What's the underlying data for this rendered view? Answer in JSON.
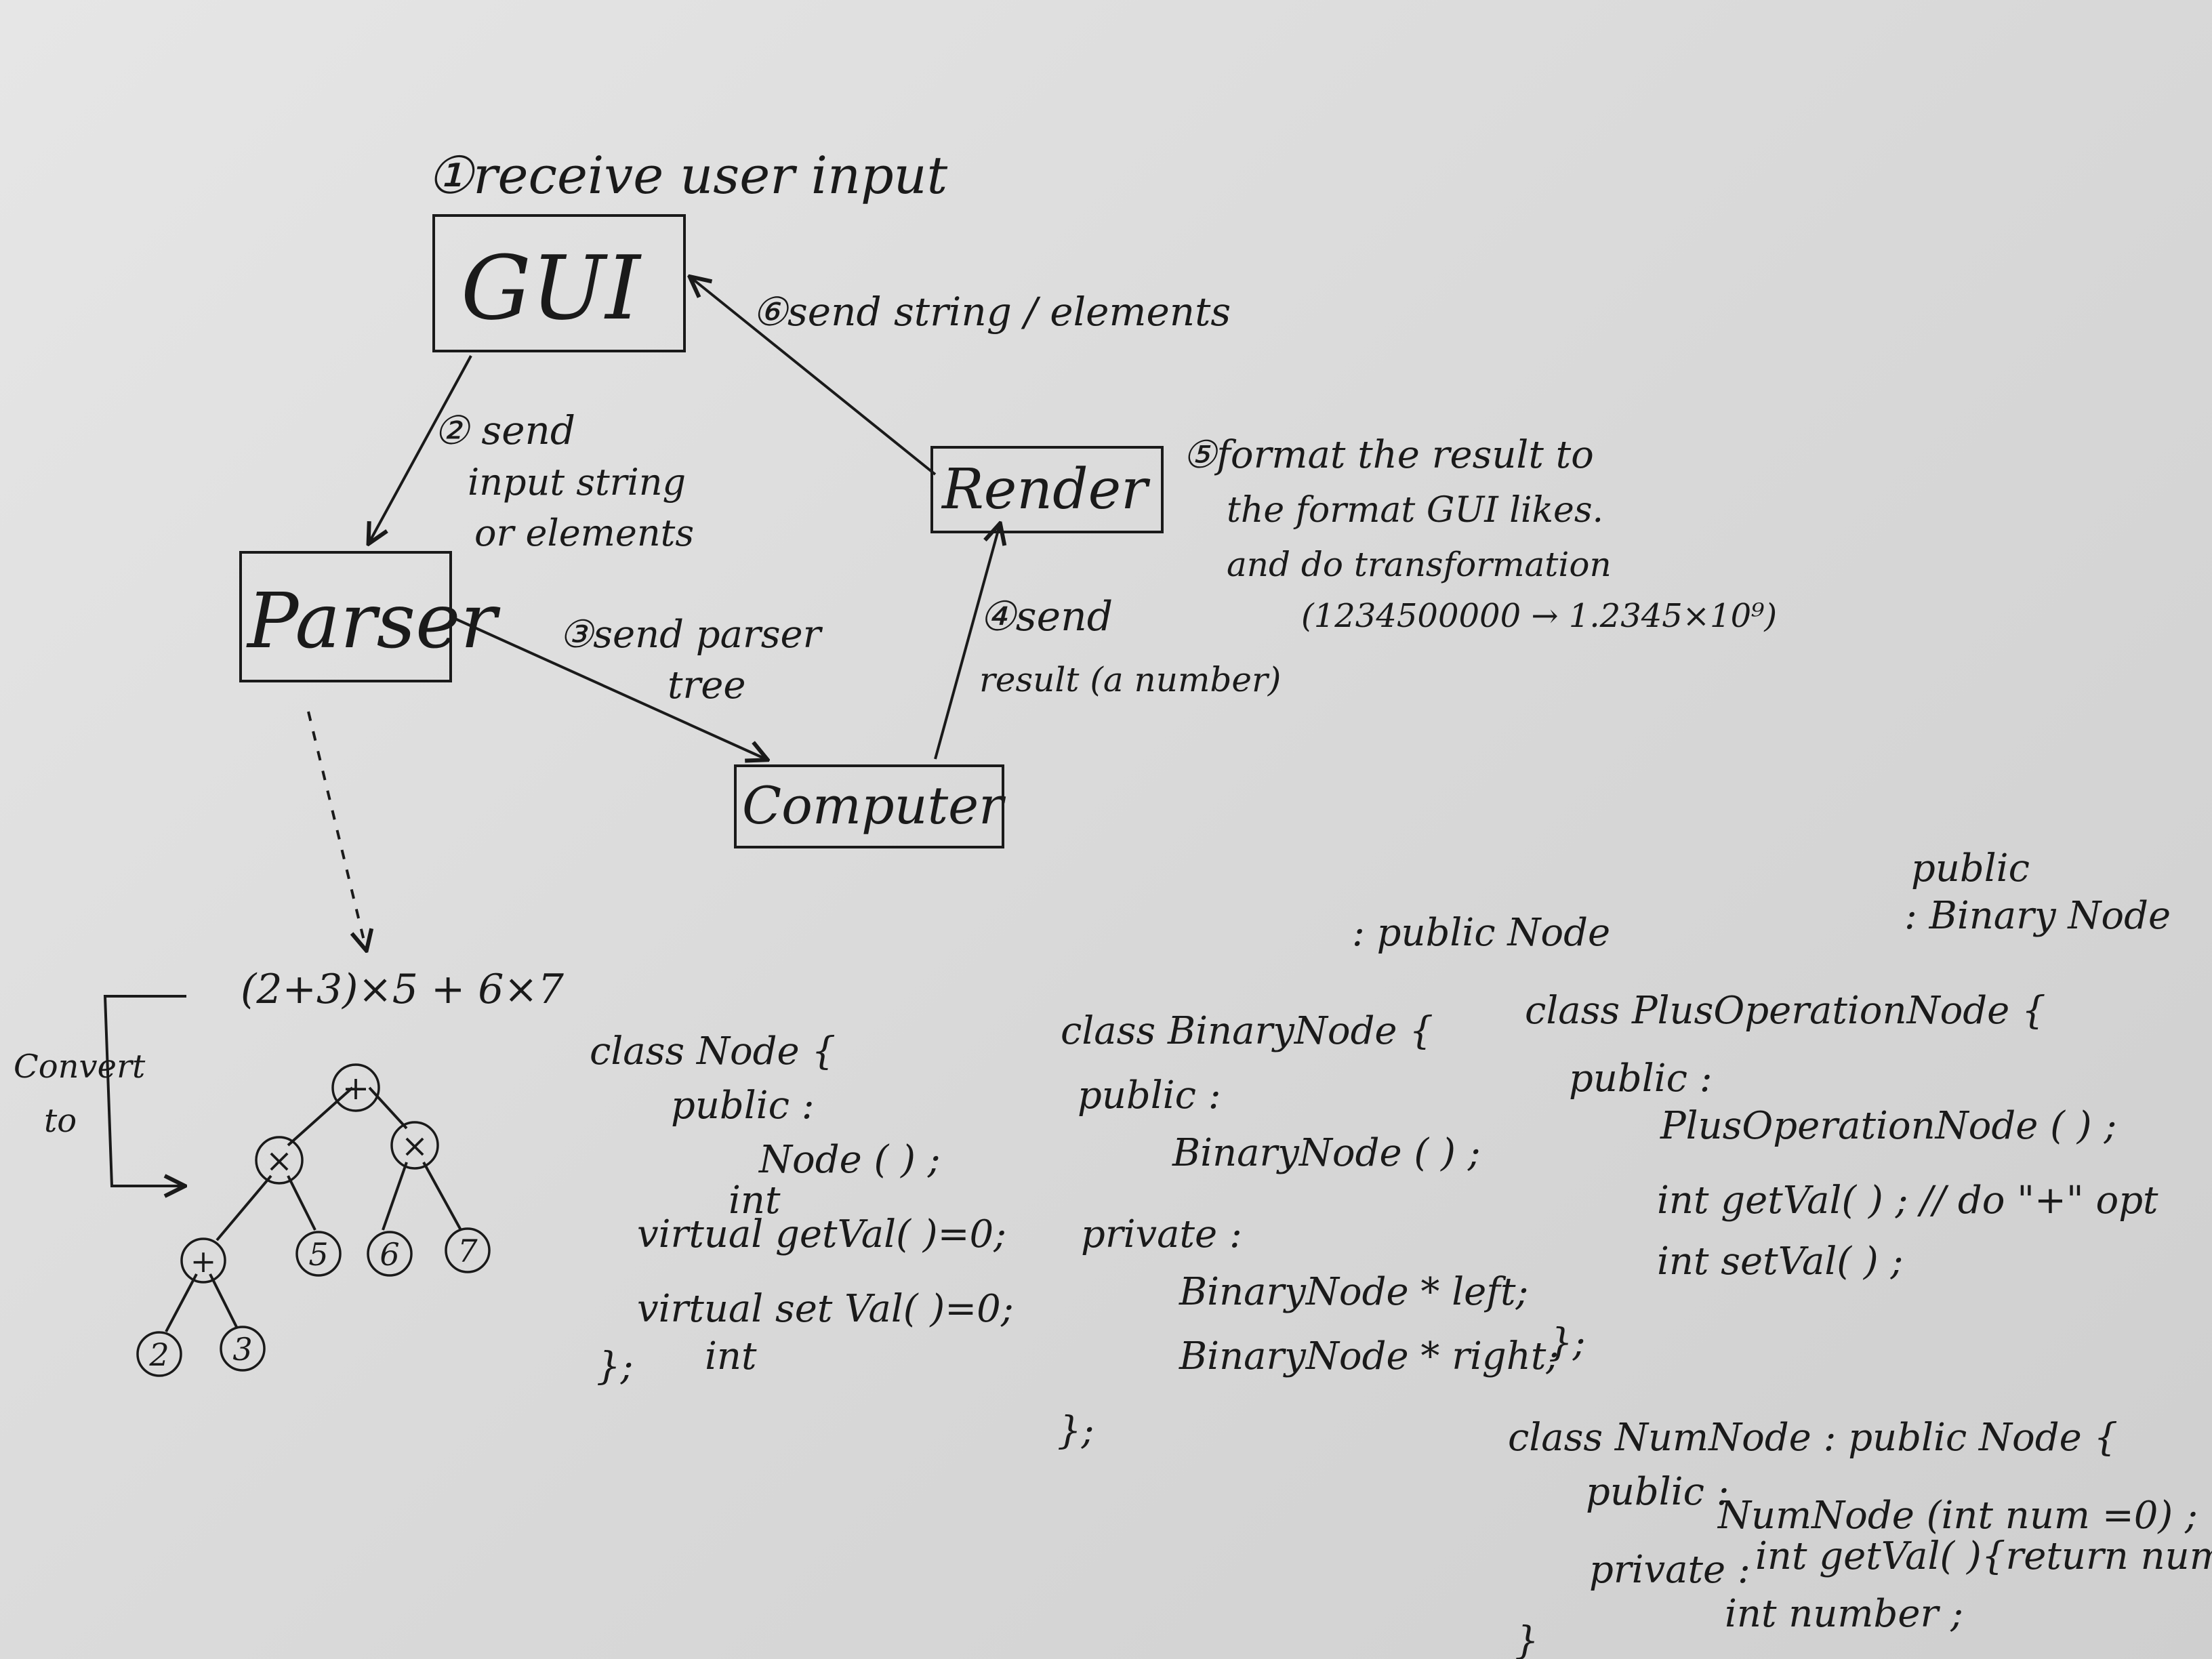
{
  "flow": {
    "step1": "①receive user input",
    "gui": "GUI",
    "step6": "⑥send string / elements",
    "step2_l1": "② send",
    "step2_l2": "input string",
    "step2_l3": "or elements",
    "render": "Render",
    "step5_l1": "⑤format the result to",
    "step5_l2": "the format GUI likes.",
    "step5_l3": "and do transformation",
    "step5_l4": "(1234500000 → 1.2345×10⁹)",
    "parser": "Parser",
    "step3_l1": "③send parser",
    "step3_l2": "tree",
    "step4_l1": "④send",
    "step4_l2": "result (a number)",
    "computer": "Computer"
  },
  "tree": {
    "expression": "(2+3)×5 + 6×7",
    "convert_l1": "Convert",
    "convert_l2": "to",
    "nodes": [
      "+",
      "×",
      "×",
      "+",
      "5",
      "6",
      "7",
      "2",
      "3"
    ]
  },
  "code": {
    "node_class": {
      "line1": "class Node {",
      "line2": "public :",
      "line3": "Node ( ) ;",
      "line4_note": "int",
      "line4": "virtual getVal( )=0;",
      "line5": "virtual set Val( )=0;",
      "line5_note": "int",
      "line6": "};"
    },
    "binary_class": {
      "note": ": public Node",
      "line1": "class BinaryNode {",
      "line2": "public :",
      "line3": "BinaryNode ( ) ;",
      "line4": "private :",
      "line5": "BinaryNode * left;",
      "line6": "BinaryNode * right;",
      "line7": "};"
    },
    "plus_class": {
      "note_l1": "public",
      "note_l2": ": Binary Node",
      "line1": "class PlusOperationNode {",
      "line2": "public :",
      "line3": "PlusOperationNode ( ) ;",
      "line4": "int getVal( ) ; // do \"+\" opt",
      "line5": "int setVal( ) ;",
      "line6": "};"
    },
    "num_class": {
      "line1": "class NumNode : public Node {",
      "line2": "public :",
      "line3": "NumNode (int num =0) ;",
      "line4": "int getVal( ){return number;}",
      "line5": "private :",
      "line6": "int number ;",
      "line7": "}"
    }
  }
}
